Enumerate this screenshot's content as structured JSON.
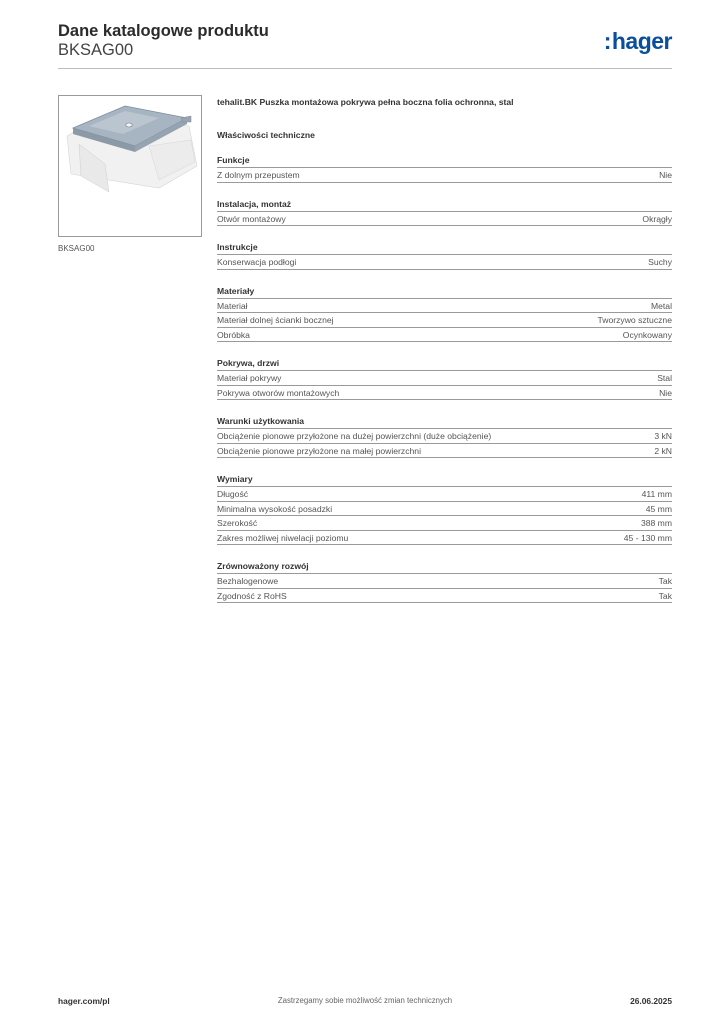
{
  "header": {
    "title": "Dane katalogowe produktu",
    "code": "BKSAG00",
    "logo": "hager"
  },
  "image": {
    "caption": "BKSAG00"
  },
  "product": {
    "description": "tehalit.BK Puszka montażowa pokrywa pełna boczna folia ochronna, stal",
    "properties_heading": "Właściwości techniczne"
  },
  "sections": [
    {
      "title": "Funkcje",
      "rows": [
        {
          "label": "Z dolnym przepustem",
          "value": "Nie"
        }
      ]
    },
    {
      "title": "Instalacja, montaż",
      "rows": [
        {
          "label": "Otwór montażowy",
          "value": "Okrągły"
        }
      ]
    },
    {
      "title": "Instrukcje",
      "rows": [
        {
          "label": "Konserwacja podłogi",
          "value": "Suchy"
        }
      ]
    },
    {
      "title": "Materiały",
      "rows": [
        {
          "label": "Materiał",
          "value": "Metal"
        },
        {
          "label": "Materiał dolnej ścianki bocznej",
          "value": "Tworzywo sztuczne"
        },
        {
          "label": "Obróbka",
          "value": "Ocynkowany"
        }
      ]
    },
    {
      "title": "Pokrywa, drzwi",
      "rows": [
        {
          "label": "Materiał pokrywy",
          "value": "Stal"
        },
        {
          "label": "Pokrywa otworów montażowych",
          "value": "Nie"
        }
      ]
    },
    {
      "title": "Warunki użytkowania",
      "rows": [
        {
          "label": "Obciążenie pionowe przyłożone na dużej powierzchni (duże obciążenie)",
          "value": "3 kN"
        },
        {
          "label": "Obciążenie pionowe przyłożone na małej powierzchni",
          "value": "2 kN"
        }
      ]
    },
    {
      "title": "Wymiary",
      "rows": [
        {
          "label": "Długość",
          "value": "411 mm"
        },
        {
          "label": "Minimalna wysokość posadzki",
          "value": "45 mm"
        },
        {
          "label": "Szerokość",
          "value": "388 mm"
        },
        {
          "label": "Zakres możliwej niwelacji poziomu",
          "value": "45 - 130 mm"
        }
      ]
    },
    {
      "title": "Zrównoważony rozwój",
      "rows": [
        {
          "label": "Bezhalogenowe",
          "value": "Tak"
        },
        {
          "label": "Zgodność z RoHS",
          "value": "Tak"
        }
      ]
    }
  ],
  "footer": {
    "website": "hager.com/pl",
    "notice": "Zastrzegamy sobie możliwość zmian technicznych",
    "date": "26.06.2025"
  },
  "colors": {
    "brand": "#0b4f9c",
    "rule": "#9a9a9a"
  }
}
